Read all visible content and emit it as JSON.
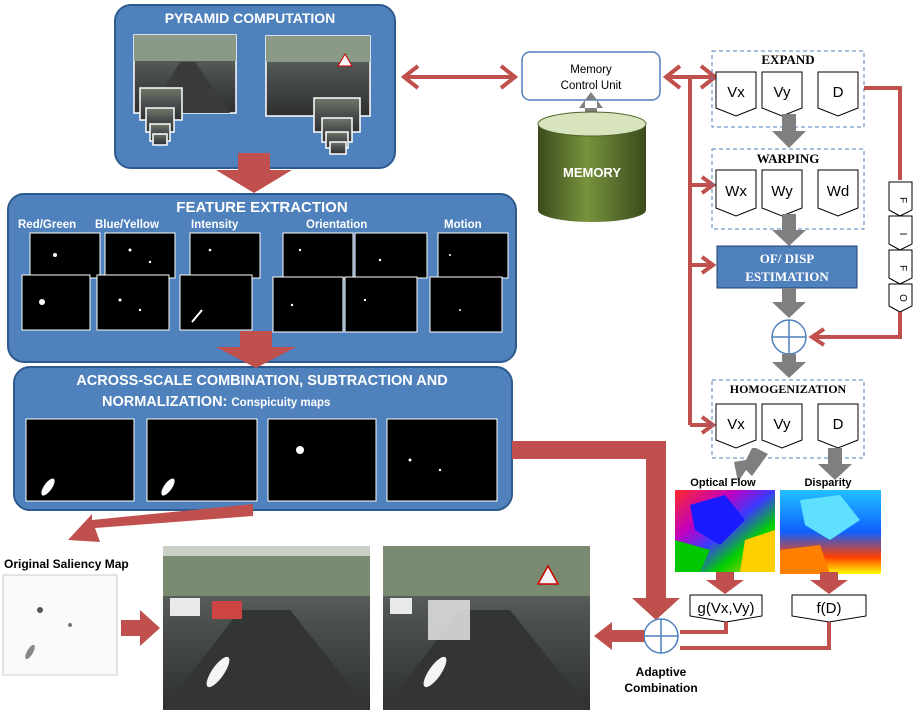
{
  "panels": {
    "pyramid": "PYRAMID COMPUTATION",
    "feature": "FEATURE EXTRACTION",
    "across_line1": "ACROSS-SCALE COMBINATION, SUBTRACTION AND",
    "across_line2_bold": "NORMALIZATION:",
    "across_line2_small": "Conspicuity maps"
  },
  "feature_labels": {
    "red_green": "Red/Green",
    "blue_yellow": "Blue/Yellow",
    "intensity": "Intensity",
    "orientation": "Orientation",
    "motion": "Motion"
  },
  "memory": {
    "control_line1": "Memory",
    "control_line2": "Control Unit",
    "db": "MEMORY"
  },
  "stages": {
    "expand": {
      "title": "EXPAND",
      "cells": [
        "Vx",
        "Vy",
        "D"
      ]
    },
    "warping": {
      "title": "WARPING",
      "cells": [
        "Wx",
        "Wy",
        "Wd"
      ]
    },
    "estimation": {
      "line1": "OF/ DISP",
      "line2": "ESTIMATION"
    },
    "homogenization": {
      "title": "HOMOGENIZATION",
      "cells": [
        "Vx",
        "Vy",
        "D"
      ]
    }
  },
  "fifo": [
    "F",
    "I",
    "F",
    "O"
  ],
  "outputs": {
    "optical_flow": "Optical Flow",
    "disparity": "Disparity",
    "g": "g(Vx,Vy)",
    "f": "f(D)",
    "adaptive_line1": "Adaptive",
    "adaptive_line2": "Combination",
    "saliency": "Original Saliency  Map"
  },
  "colors": {
    "panel_fill": "#4f81bd",
    "panel_stroke": "#2e5a8e",
    "arrow": "#c0504d",
    "gray_arrow": "#7f7f7f",
    "memory_top": "#d7e4bd",
    "memory_body": "#4f6228",
    "estimation_fill": "#4f81bd"
  }
}
